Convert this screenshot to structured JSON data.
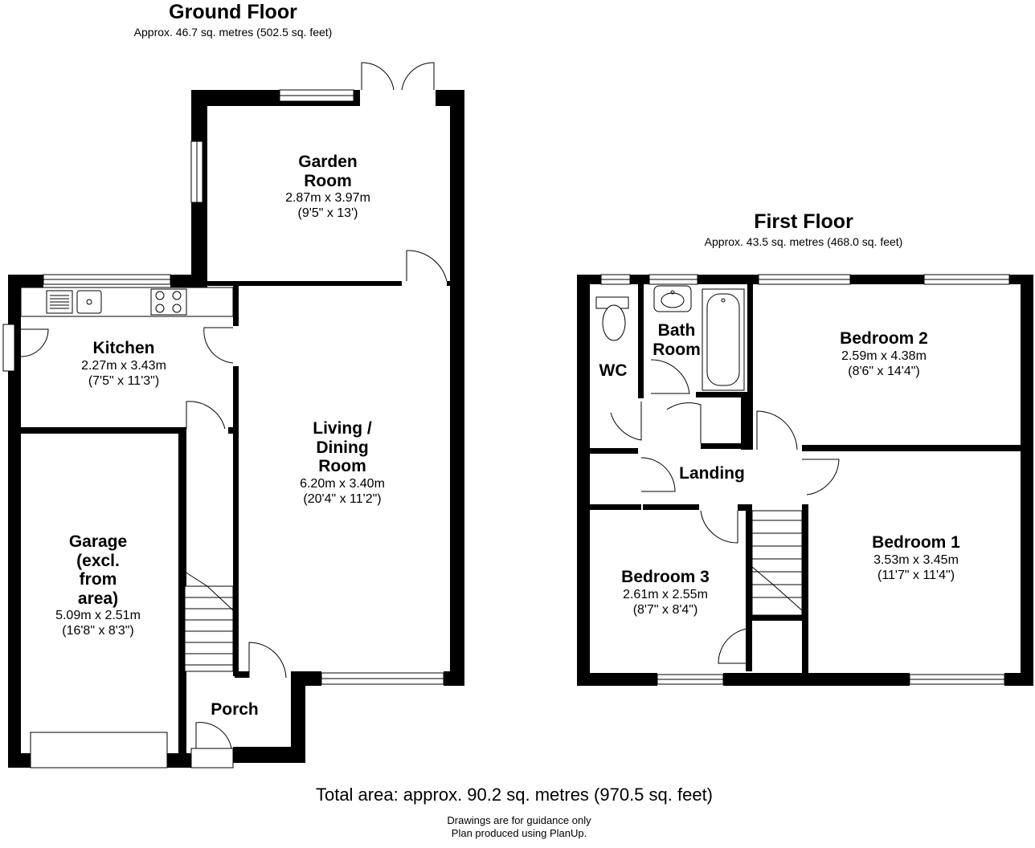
{
  "ground_floor": {
    "title": "Ground Floor",
    "area": "Approx. 46.7 sq. metres (502.5 sq. feet)",
    "rooms": {
      "garden_room": {
        "name_line1": "Garden",
        "name_line2": "Room",
        "metric": "2.87m x 3.97m",
        "imperial": "(9'5\" x 13')"
      },
      "kitchen": {
        "name": "Kitchen",
        "metric": "2.27m x 3.43m",
        "imperial": "(7'5\" x 11'3\")"
      },
      "living": {
        "name_line1": "Living /",
        "name_line2": "Dining",
        "name_line3": "Room",
        "metric": "6.20m x 3.40m",
        "imperial": "(20'4\" x 11'2\")"
      },
      "garage": {
        "name_line1": "Garage",
        "name_line2": "(excl.",
        "name_line3": "from",
        "name_line4": "area)",
        "metric": "5.09m x 2.51m",
        "imperial": "(16'8\" x 8'3\")"
      },
      "porch": {
        "name": "Porch"
      }
    }
  },
  "first_floor": {
    "title": "First Floor",
    "area": "Approx. 43.5 sq. metres (468.0 sq. feet)",
    "rooms": {
      "wc": {
        "name": "WC"
      },
      "bathroom": {
        "name_line1": "Bath",
        "name_line2": "Room"
      },
      "bedroom2": {
        "name": "Bedroom 2",
        "metric": "2.59m x 4.38m",
        "imperial": "(8'6\" x 14'4\")"
      },
      "landing": {
        "name": "Landing"
      },
      "bedroom1": {
        "name": "Bedroom 1",
        "metric": "3.53m x 3.45m",
        "imperial": "(11'7\" x 11'4\")"
      },
      "bedroom3": {
        "name": "Bedroom 3",
        "metric": "2.61m x 2.55m",
        "imperial": "(8'7\" x 8'4\")"
      }
    }
  },
  "footer": {
    "total": "Total area: approx. 90.2 sq. metres (970.5 sq. feet)",
    "note_line1": "Drawings are for guidance only",
    "note_line2": "Plan produced using PlanUp."
  }
}
